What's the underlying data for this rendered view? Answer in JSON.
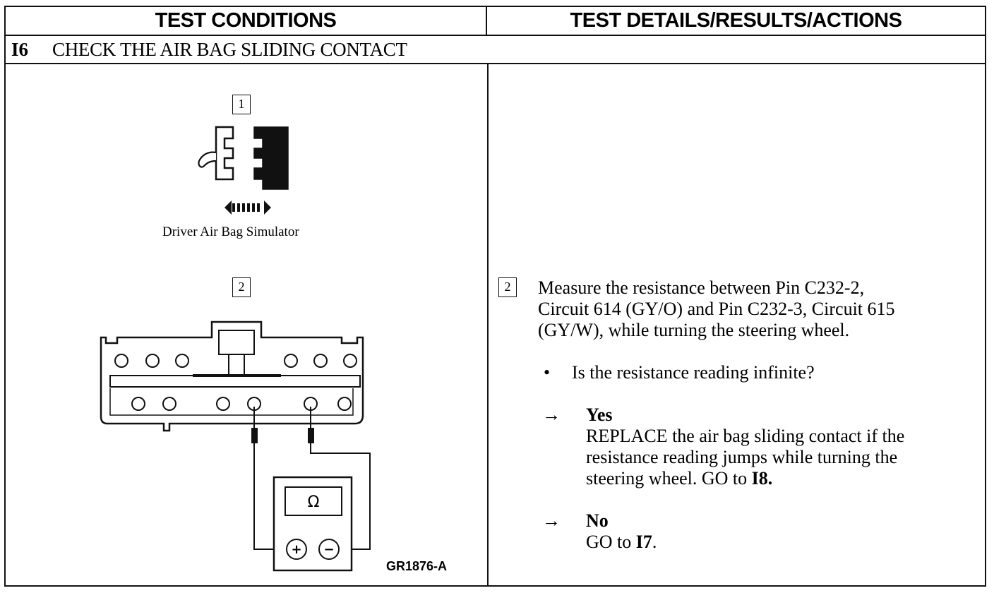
{
  "table": {
    "header_left": "TEST CONDITIONS",
    "header_right": "TEST DETAILS/RESULTS/ACTIONS",
    "step_number": "I6",
    "step_title": "CHECK THE AIR BAG SLIDING CONTACT"
  },
  "figure": {
    "box1_label": "1",
    "simulator_caption": "Driver Air Bag Simulator",
    "box2_label": "2",
    "meter_symbol": "Ω",
    "plus_symbol": "+",
    "minus_symbol": "−",
    "figure_code": "GR1876-A"
  },
  "details": {
    "step_box_label": "2",
    "instruction_line1": "Measure the resistance between Pin C232-2,",
    "instruction_line2": "Circuit 614 (GY/O) and Pin C232-3, Circuit 615",
    "instruction_line3": "(GY/W), while turning the steering wheel.",
    "bullet": "•",
    "question": "Is the resistance reading infinite?",
    "arrow": "→",
    "yes_label": "Yes",
    "yes_line1": "REPLACE the air bag sliding contact if the",
    "yes_line2": "resistance reading jumps while turning the",
    "yes_line3_text": "steering wheel. GO to ",
    "yes_line3_ref": "I8",
    "yes_line3_end": ".",
    "no_label": "No",
    "no_line_text": "GO to ",
    "no_line_ref": "I7",
    "no_line_end": "."
  }
}
